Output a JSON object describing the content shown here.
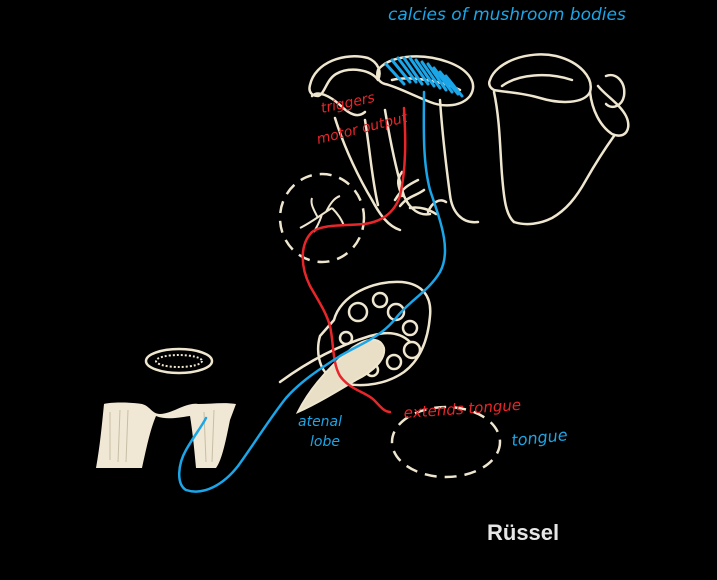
{
  "annotations": {
    "calices_label": "calcies of mushroom bodies",
    "triggers_label_line1": "triggers",
    "triggers_label_line2": "motor output",
    "antenal_lobe_line1": "atenal",
    "antenal_lobe_line2": "lobe",
    "extends_label": "extends tongue",
    "tongue_label": "tongue"
  },
  "caption": "Rüssel",
  "colors": {
    "background": "#000000",
    "drawing": "#efe6cf",
    "blue_annotation": "#1aa6e8",
    "red_annotation": "#e8262a"
  }
}
